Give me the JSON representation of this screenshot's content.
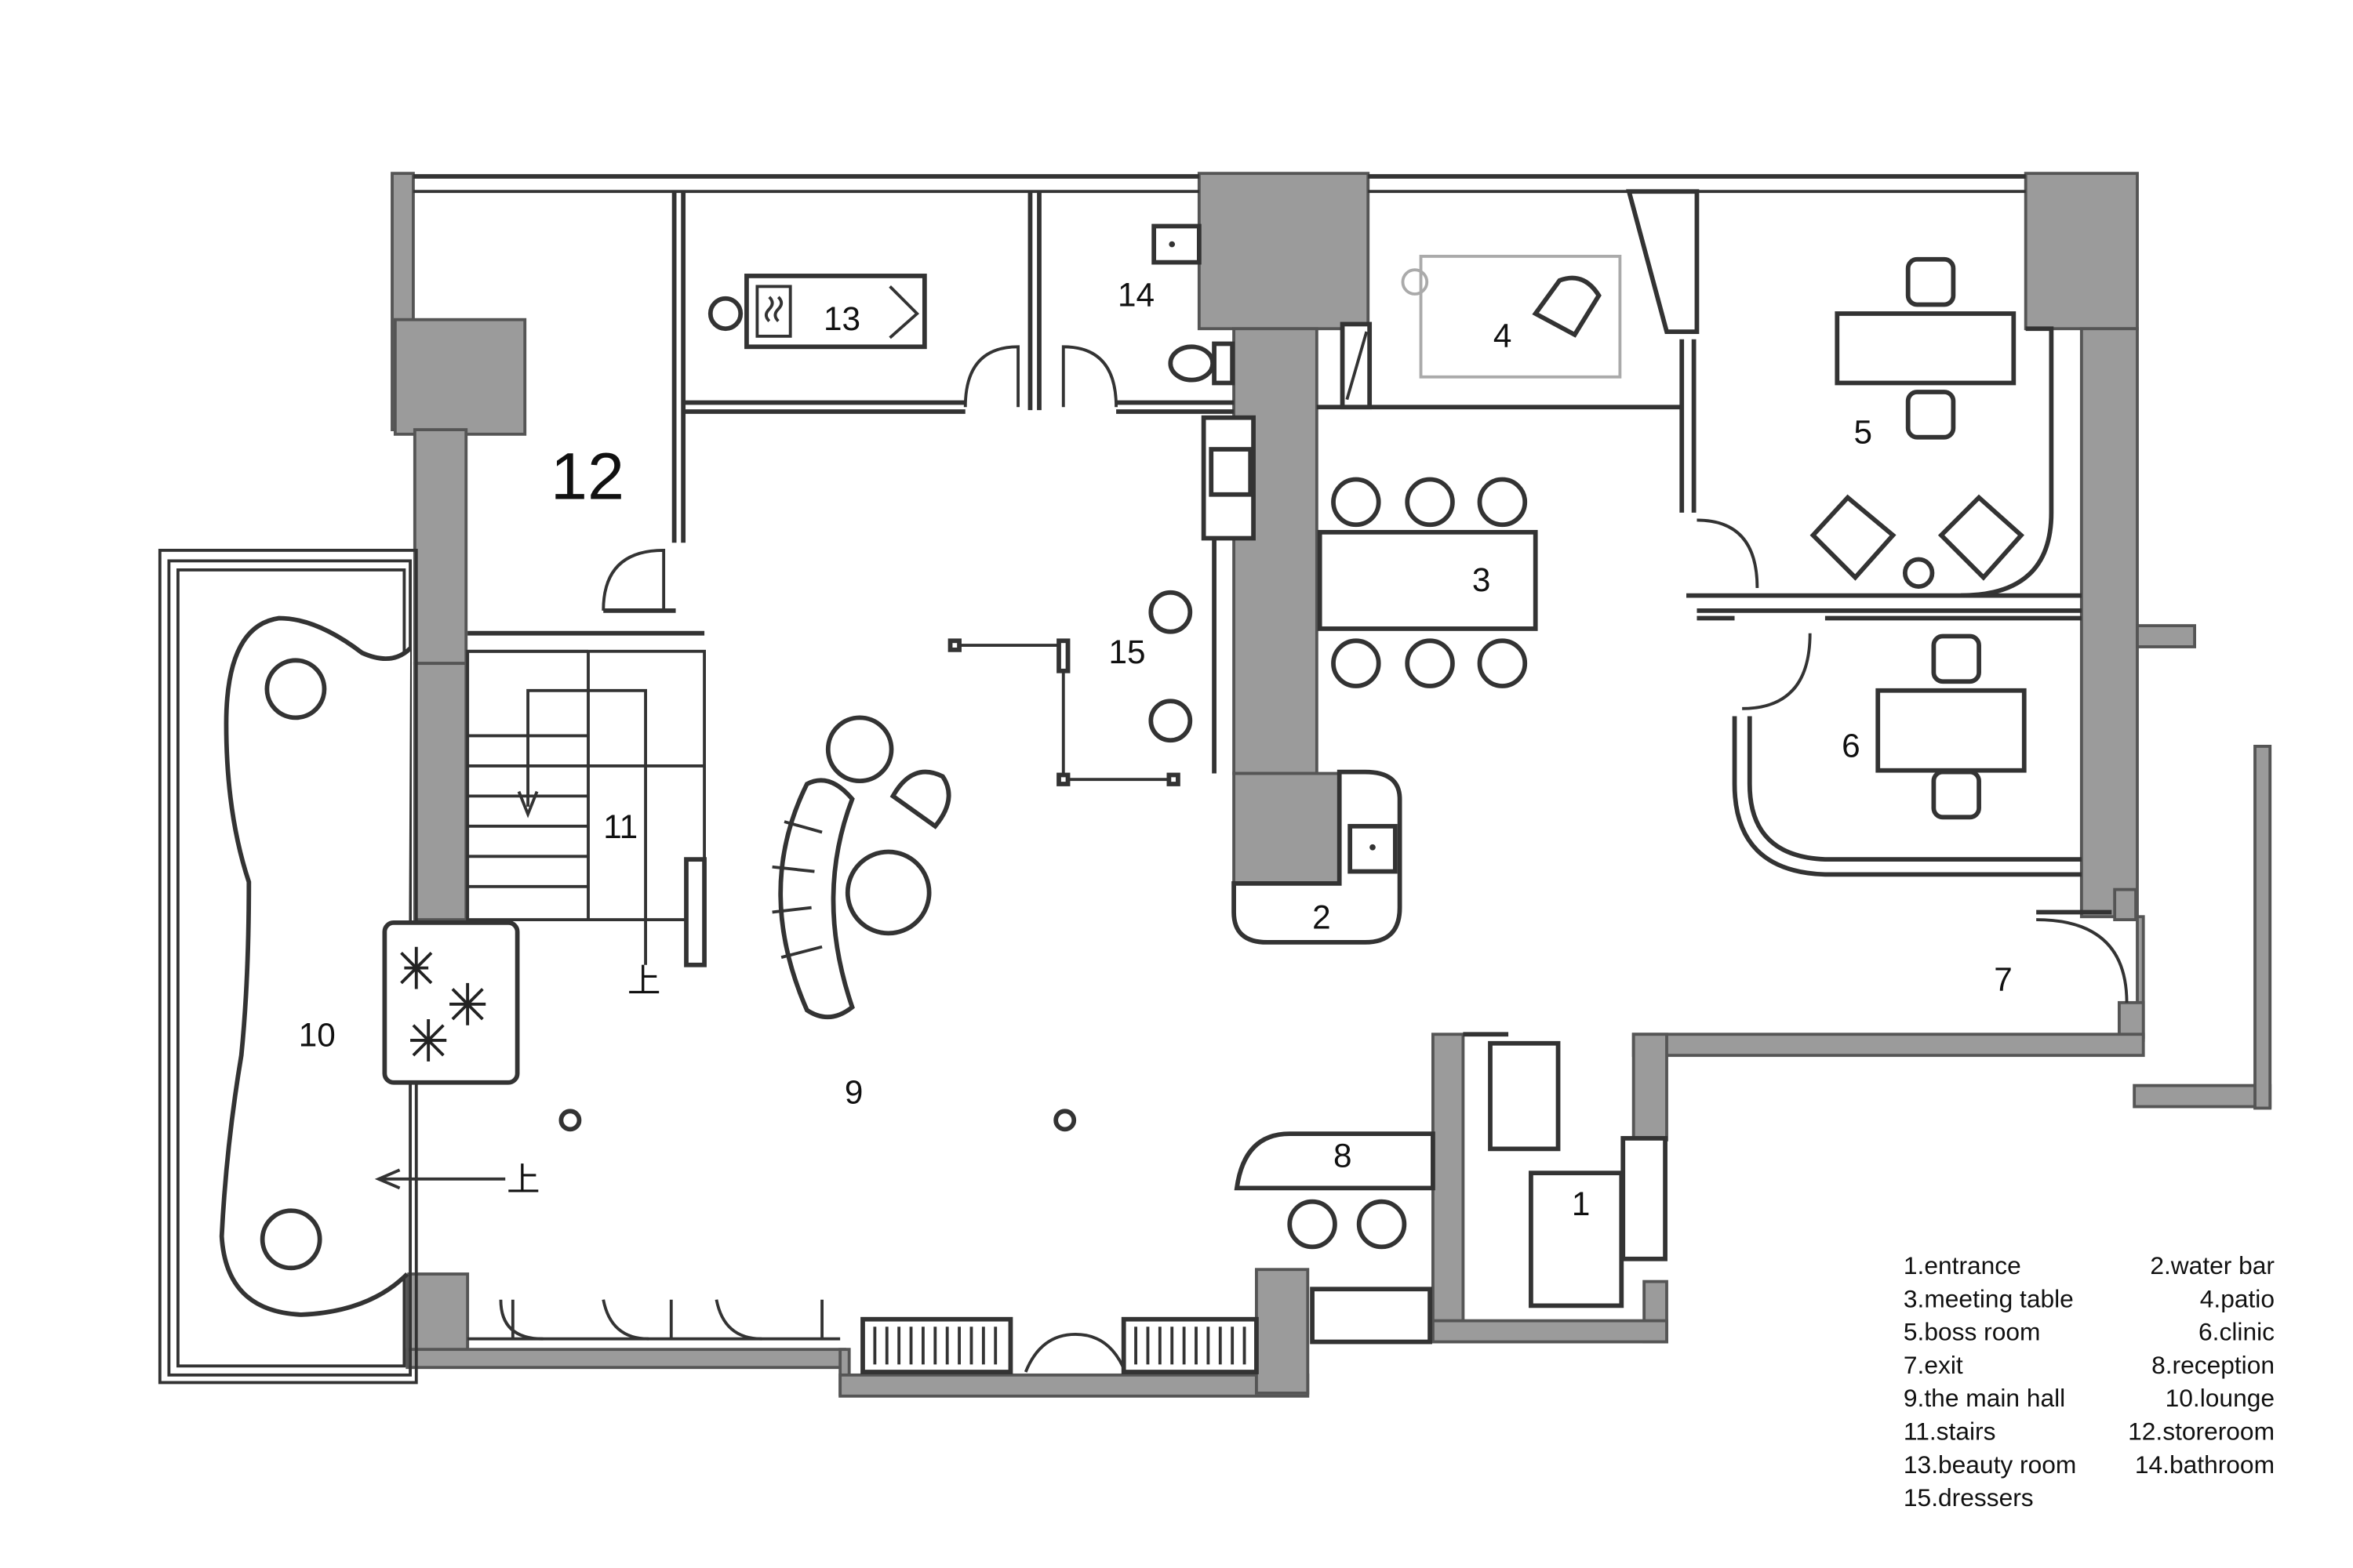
{
  "rooms": [
    {
      "id": "1",
      "label": "1"
    },
    {
      "id": "2",
      "label": "2"
    },
    {
      "id": "3",
      "label": "3"
    },
    {
      "id": "4",
      "label": "4"
    },
    {
      "id": "5",
      "label": "5"
    },
    {
      "id": "6",
      "label": "6"
    },
    {
      "id": "7",
      "label": "7"
    },
    {
      "id": "8",
      "label": "8"
    },
    {
      "id": "9",
      "label": "9"
    },
    {
      "id": "10",
      "label": "10"
    },
    {
      "id": "11",
      "label": "11"
    },
    {
      "id": "12",
      "label": "12"
    },
    {
      "id": "13",
      "label": "13"
    },
    {
      "id": "14",
      "label": "14"
    },
    {
      "id": "15",
      "label": "15"
    }
  ],
  "stair_marks": {
    "up_stairs": "上",
    "up_lounge": "上"
  },
  "legend": [
    "1.entrance",
    "2.water bar",
    "3.meeting table",
    "4.patio",
    "5.boss room",
    "6.clinic",
    "7.exit",
    "8.reception",
    "9.the main hall",
    "10.lounge",
    "11.stairs",
    "12.storeroom",
    "13.beauty room",
    "14.bathroom",
    "15.dressers"
  ],
  "colors": {
    "wall": "#9b9b9b",
    "line": "#333333",
    "background": "#ffffff"
  }
}
